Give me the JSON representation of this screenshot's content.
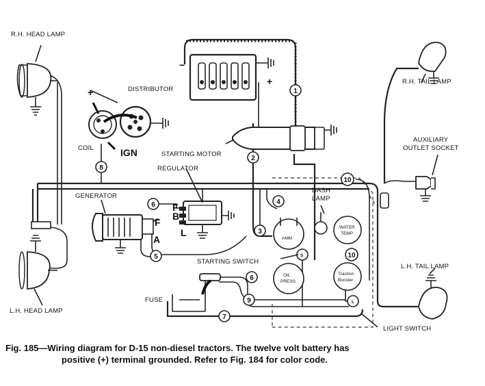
{
  "labels": {
    "rh_head_lamp": "R.H. HEAD LAMP",
    "distributor": "DISTRIBUTOR",
    "coil": "COIL",
    "ign": "IGN",
    "plus": "+",
    "minus": "−",
    "starting_motor": "STARTING MOTOR",
    "regulator": "REGULATOR",
    "generator": "GENERATOR",
    "dash_lamp_1": "DASH",
    "dash_lamp_2": "LAMP",
    "rh_tail_lamp": "R.H. TAIL LAMP",
    "aux_1": "AUXILIARY",
    "aux_2": "OUTLET SOCKET",
    "starting_switch": "STARTING SWITCH",
    "fuse": "FUSE",
    "lh_head_lamp": "L.H. HEAD LAMP",
    "lh_tail_lamp": "L.H. TAIL LAMP",
    "light_switch": "LIGHT SWITCH",
    "reg_F": "F",
    "reg_B": "B",
    "reg_L": "L",
    "gen_F": "F",
    "gen_A": "A"
  },
  "gauges": {
    "amm": "AMM",
    "water_1": "WATER",
    "water_2": "TEMP",
    "oil_1": "OIL",
    "oil_2": "PRESS",
    "tb_1": "Traction",
    "tb_2": "Booster"
  },
  "switch_letters": {
    "starting": "S",
    "light": "L"
  },
  "wire_numbers": {
    "n1": "1",
    "n2": "2",
    "n3": "3",
    "n4": "4",
    "n5": "5",
    "n6a": "6",
    "n6b": "6",
    "n7": "7",
    "n8": "8",
    "n9": "9",
    "n10a": "10",
    "n10b": "10"
  },
  "caption": {
    "line1": "Fig. 185—Wiring diagram for D-15 non-diesel tractors. The twelve volt battery has",
    "line2": "positive (+) terminal grounded. Refer to Fig. 184 for color code."
  }
}
